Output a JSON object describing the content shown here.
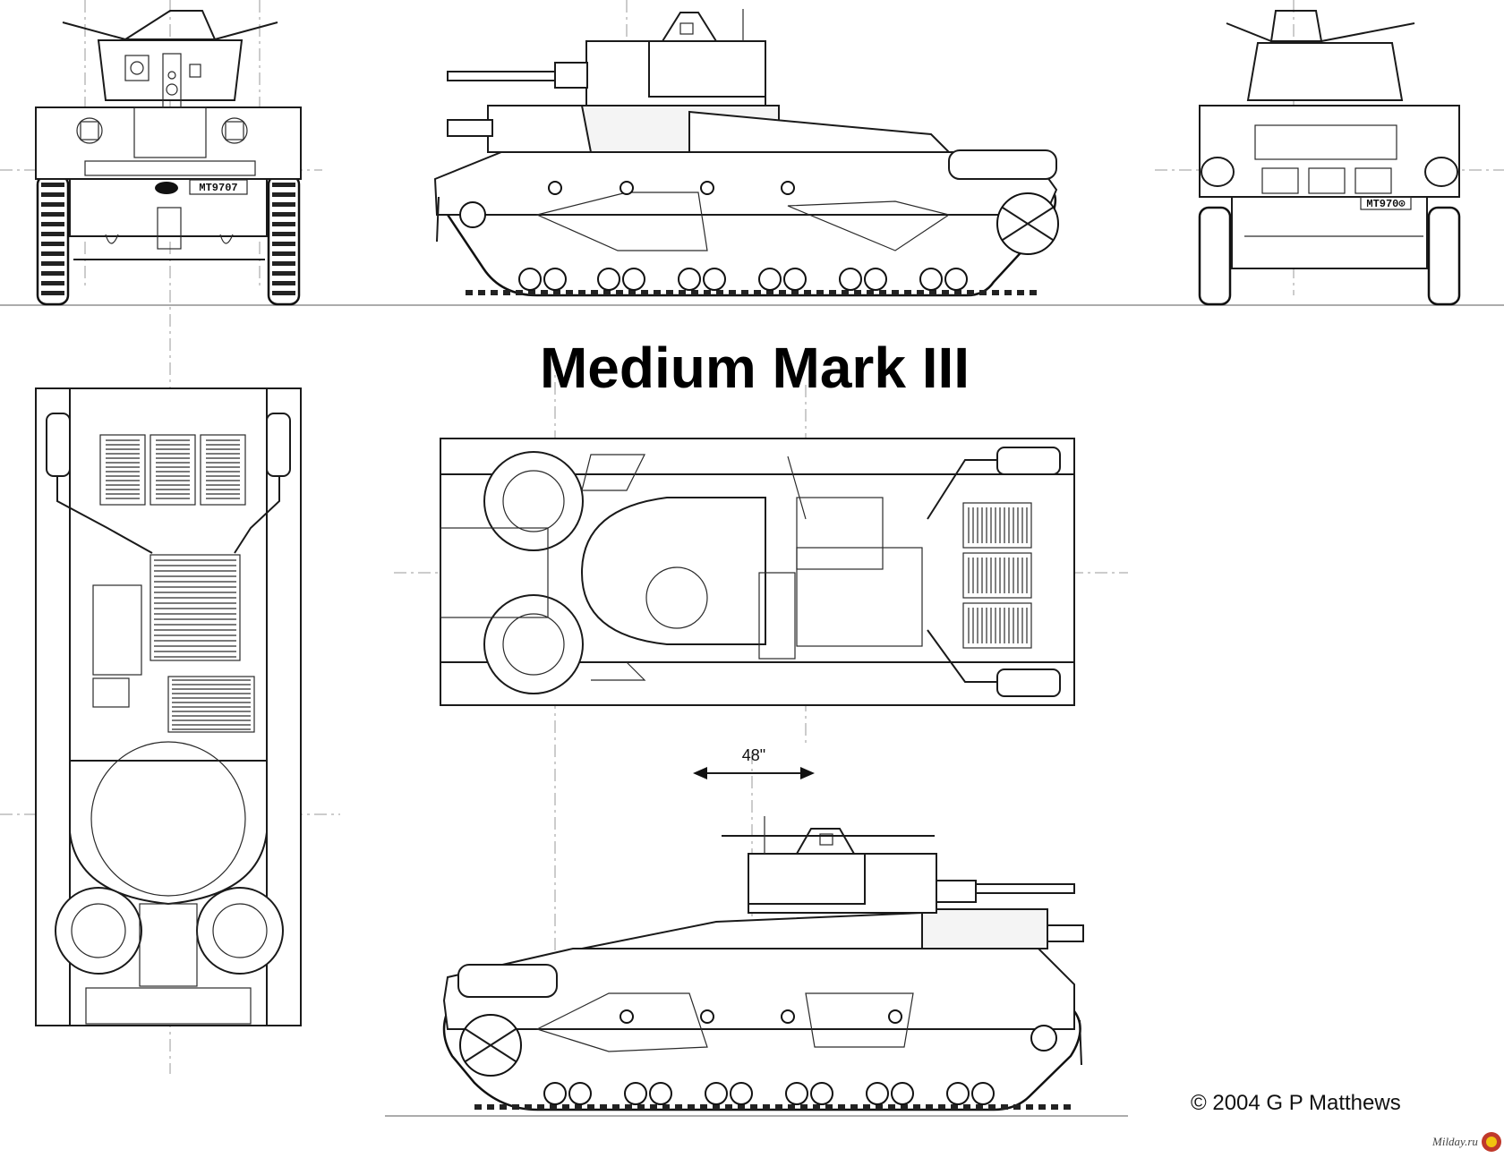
{
  "diagram": {
    "title": "Medium Mark III",
    "dimension_label": "48\"",
    "copyright": "© 2004 G P Matthews",
    "watermark": "Milday.ru",
    "plate_front": "MT9707",
    "plate_rear": "MT970⊙"
  }
}
